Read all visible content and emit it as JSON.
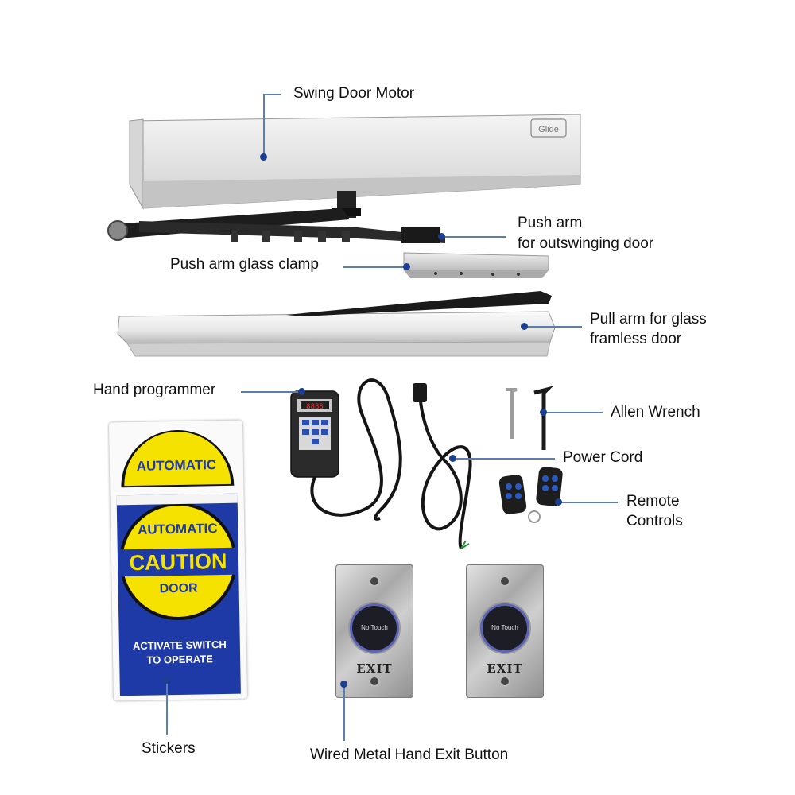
{
  "labels": {
    "swing_door_motor": "Swing  Door  Motor",
    "push_arm_line1": "Push arm",
    "push_arm_line2": "for outswinging door",
    "push_arm_glass_clamp": "Push arm glass clamp",
    "pull_arm_line1": "Pull arm for glass",
    "pull_arm_line2": "framless door",
    "hand_programmer": "Hand programmer",
    "allen_wrench": "Allen  Wrench",
    "power_cord": "Power Cord",
    "remote_line1": "Remote",
    "remote_line2": "Controls",
    "stickers": "Stickers",
    "exit_button": "Wired  Metal Hand Exit Button"
  },
  "motor": {
    "logo": "Glide"
  },
  "programmer": {
    "display": "8888"
  },
  "sticker": {
    "top_text": "AUTOMATIC",
    "mid_text": "AUTOMATIC",
    "caution": "CAUTION",
    "door": "DOOR",
    "activate_line1": "ACTIVATE SWITCH",
    "activate_line2": "TO OPERATE"
  },
  "exit_buttons": [
    {
      "touch_text": "No Touch",
      "exit_text": "EXIT"
    },
    {
      "touch_text": "No Touch",
      "exit_text": "EXIT"
    }
  ],
  "colors": {
    "leader_line": "#5b7fb0",
    "leader_dot": "#1c3f8f",
    "sticker_yellow": "#f6e200",
    "sticker_blue": "#1e3aa6"
  }
}
